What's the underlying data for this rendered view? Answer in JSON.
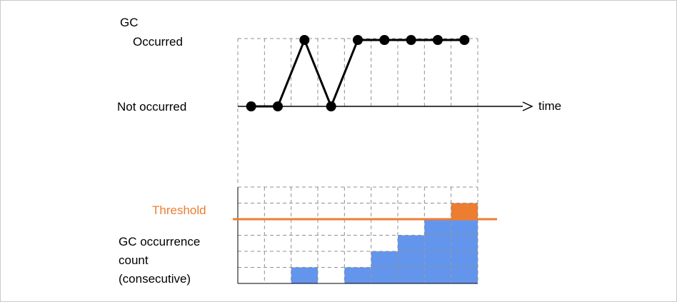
{
  "labels": {
    "gc": "GC",
    "occurred": "Occurred",
    "not_occurred": "Not occurred",
    "time": "time",
    "threshold": "Threshold",
    "count_lines": [
      "GC occurrence",
      "count",
      "(consecutive)"
    ]
  },
  "colors": {
    "bar": "#6495ED",
    "accent": "#ED7D31",
    "grid": "#909090",
    "ink": "#000000"
  },
  "chart_data": [
    {
      "type": "line",
      "title": "GC occurred / not occurred over time",
      "x": [
        1,
        2,
        3,
        4,
        5,
        6,
        7,
        8,
        9
      ],
      "values": [
        0,
        0,
        1,
        0,
        1,
        1,
        1,
        1,
        1
      ],
      "y_tick_labels": {
        "1": "Occurred",
        "0": "Not occurred"
      },
      "xlabel": "time",
      "ylim": [
        0,
        1
      ],
      "grid": true,
      "marker": "filled-circle"
    },
    {
      "type": "bar",
      "title": "GC occurrence count (consecutive)",
      "x": [
        1,
        2,
        3,
        4,
        5,
        6,
        7,
        8,
        9
      ],
      "values": [
        0,
        0,
        1,
        0,
        1,
        2,
        3,
        4,
        5
      ],
      "threshold": 4,
      "ylim": [
        0,
        6
      ],
      "grid": true,
      "note": "portion of bar above threshold is highlighted in accent orange"
    }
  ]
}
